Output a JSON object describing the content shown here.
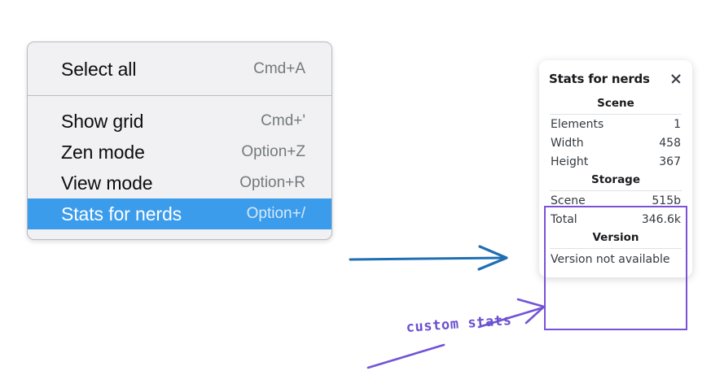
{
  "context_menu": {
    "groups": [
      {
        "items": [
          {
            "label": "Select all",
            "shortcut": "Cmd+A",
            "selected": false
          }
        ]
      },
      {
        "items": [
          {
            "label": "Show grid",
            "shortcut": "Cmd+'",
            "selected": false
          },
          {
            "label": "Zen mode",
            "shortcut": "Option+Z",
            "selected": false
          },
          {
            "label": "View mode",
            "shortcut": "Option+R",
            "selected": false
          },
          {
            "label": "Stats for nerds",
            "shortcut": "Option+/",
            "selected": true
          }
        ]
      }
    ],
    "highlight_color": "#3b9cec",
    "background_color": "#f1f1f3"
  },
  "stats_panel": {
    "title": "Stats for nerds",
    "close_icon": "close-icon",
    "sections": [
      {
        "heading": "Scene",
        "rows": [
          {
            "label": "Elements",
            "value": "1"
          },
          {
            "label": "Width",
            "value": "458"
          },
          {
            "label": "Height",
            "value": "367"
          }
        ]
      },
      {
        "heading": "Storage",
        "rows": [
          {
            "label": "Scene",
            "value": "515b"
          },
          {
            "label": "Total",
            "value": "346.6k"
          }
        ]
      },
      {
        "heading": "Version",
        "single_line": "Version not available"
      }
    ]
  },
  "annotations": {
    "blue_arrow": {
      "name": "blue-pointer-arrow",
      "color": "#1f6fb2"
    },
    "purple_arrow": {
      "name": "purple-pointer-arrow",
      "color": "#7253d6"
    },
    "label": "custom stats",
    "label_color": "#6b4fd1",
    "box_color": "#7a52d6"
  }
}
